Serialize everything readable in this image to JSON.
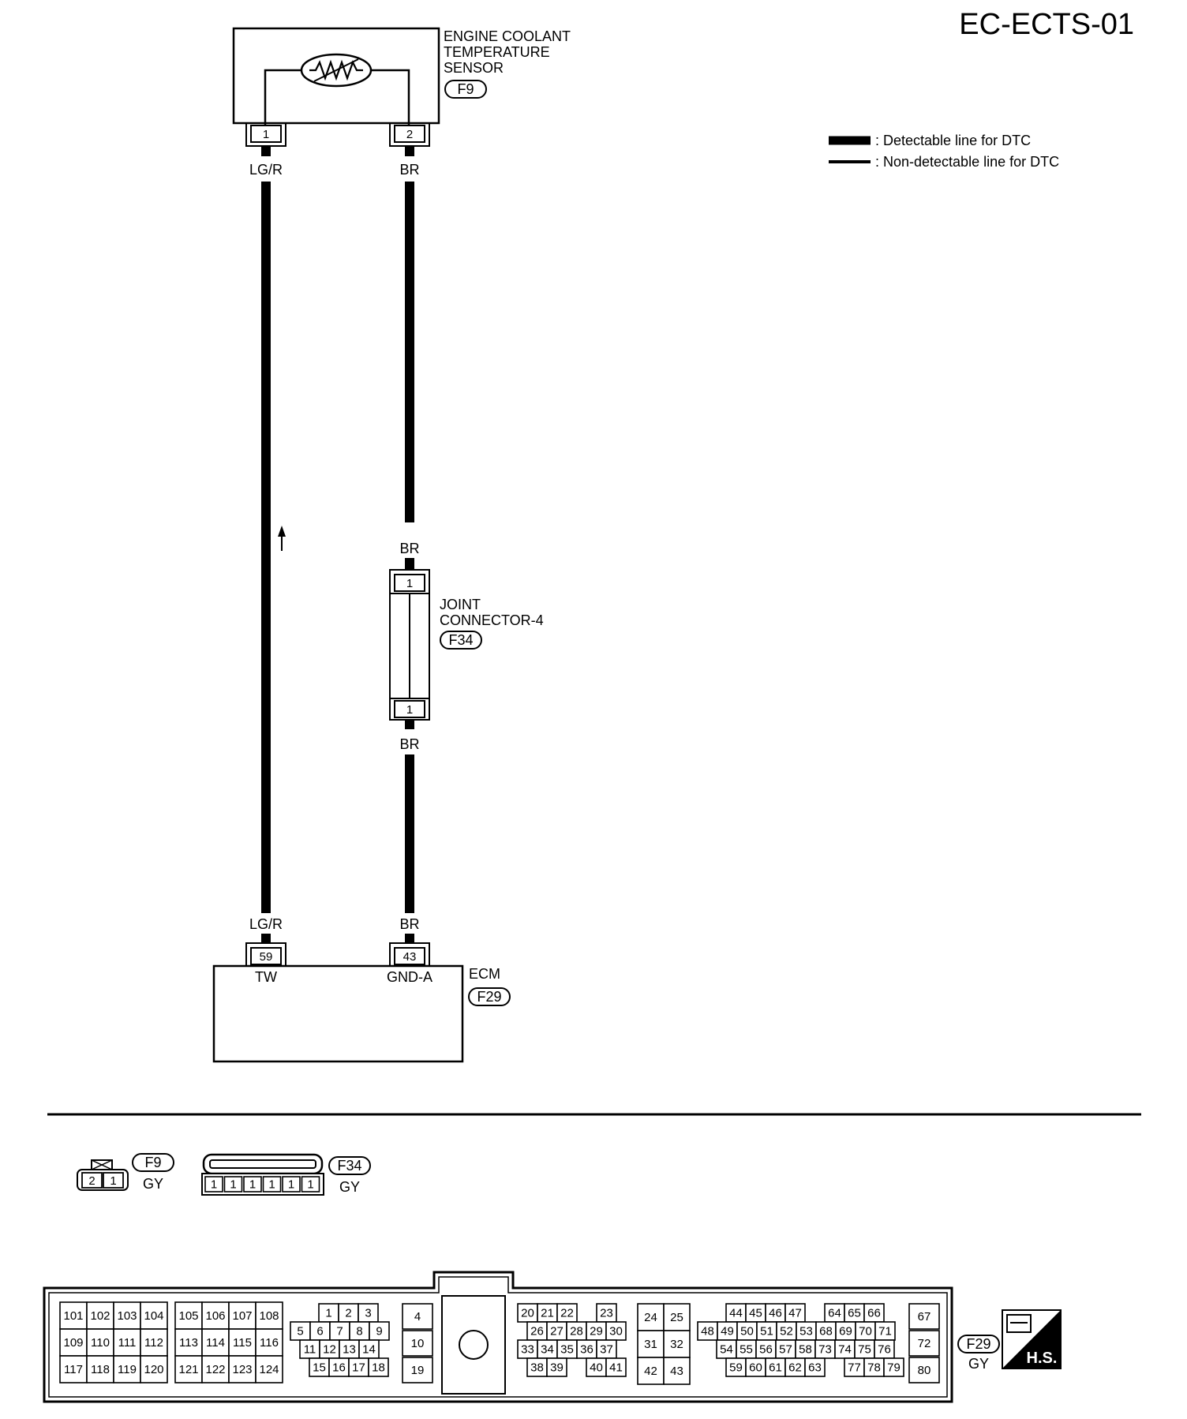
{
  "page_id": "EC-ECTS-01",
  "legend": {
    "detectable": ": Detectable line for DTC",
    "non_detectable": ": Non-detectable line for DTC"
  },
  "sensor": {
    "name_lines": [
      "ENGINE COOLANT",
      "TEMPERATURE",
      "SENSOR"
    ],
    "connector": "F9",
    "pin1": "1",
    "pin2": "2"
  },
  "wires": {
    "left_top": "LG/R",
    "right_top": "BR",
    "right_mid_upper": "BR",
    "right_mid_lower": "BR",
    "left_bottom": "LG/R",
    "right_bottom": "BR"
  },
  "joint": {
    "name_lines": [
      "JOINT",
      "CONNECTOR-4"
    ],
    "connector": "F34",
    "pin_top": "1",
    "pin_bottom": "1"
  },
  "ecm": {
    "name": "ECM",
    "connector": "F29",
    "pin_tw": "59",
    "label_tw": "TW",
    "pin_gnd": "43",
    "label_gnd": "GND-A"
  },
  "connector_views": {
    "f9": {
      "id": "F9",
      "color": "GY",
      "pins": [
        "2",
        "1"
      ]
    },
    "f34": {
      "id": "F34",
      "color": "GY",
      "pins": [
        "1",
        "1",
        "1",
        "1",
        "1",
        "1"
      ]
    },
    "f29": {
      "id": "F29",
      "color": "GY",
      "block1": [
        [
          "101",
          "102",
          "103",
          "104"
        ],
        [
          "109",
          "110",
          "111",
          "112"
        ],
        [
          "117",
          "118",
          "119",
          "120"
        ]
      ],
      "block2": [
        [
          "105",
          "106",
          "107",
          "108"
        ],
        [
          "113",
          "114",
          "115",
          "116"
        ],
        [
          "121",
          "122",
          "123",
          "124"
        ]
      ],
      "block3": [
        [
          "1",
          "2",
          "3"
        ],
        [
          "5",
          "6",
          "7",
          "8",
          "9"
        ],
        [
          "11",
          "12",
          "13",
          "14"
        ],
        [
          "15",
          "16",
          "17",
          "18"
        ]
      ],
      "block4": [
        "4",
        "10",
        "19"
      ],
      "block5": [
        [
          "20",
          "21",
          "22",
          "23"
        ],
        [
          "26",
          "27",
          "28",
          "29",
          "30"
        ],
        [
          "33",
          "34",
          "35",
          "36",
          "37"
        ],
        [
          "38",
          "39",
          "40",
          "41"
        ]
      ],
      "block6": [
        [
          "24",
          "25"
        ],
        [
          "31",
          "32"
        ],
        [
          "42",
          "43"
        ]
      ],
      "block7": [
        [
          "44",
          "45",
          "46",
          "47",
          "64",
          "65",
          "66"
        ],
        [
          "48",
          "49",
          "50",
          "51",
          "52",
          "53",
          "68",
          "69",
          "70",
          "71"
        ],
        [
          "54",
          "55",
          "56",
          "57",
          "58",
          "73",
          "74",
          "75",
          "76"
        ],
        [
          "59",
          "60",
          "61",
          "62",
          "63",
          "77",
          "78",
          "79"
        ]
      ],
      "block8": [
        "67",
        "72",
        "80"
      ]
    },
    "hs_badge": "H.S."
  }
}
